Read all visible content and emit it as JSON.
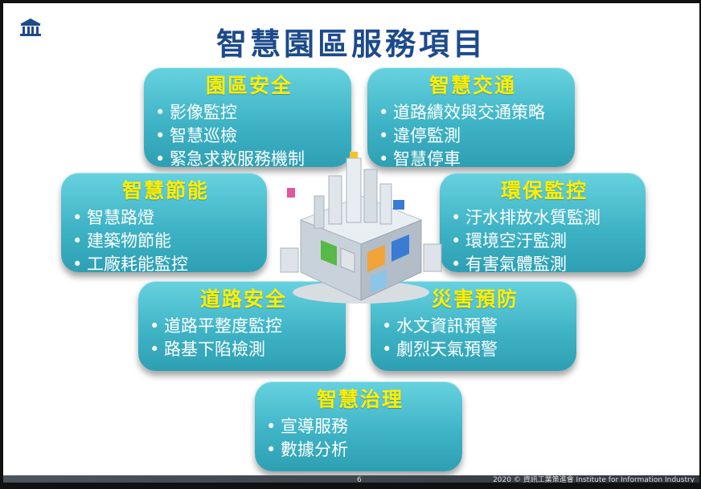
{
  "title": "智慧園區服務項目",
  "logo_icon": "institution-building-icon",
  "bullet": "•",
  "cards": [
    {
      "title": "園區安全",
      "items": [
        "影像監控",
        "智慧巡檢",
        "緊急求救服務機制"
      ]
    },
    {
      "title": "智慧交通",
      "items": [
        "道路績效與交通策略",
        "違停監測",
        "智慧停車"
      ]
    },
    {
      "title": "智慧節能",
      "items": [
        "智慧路燈",
        "建築物節能",
        "工廠耗能監控"
      ]
    },
    {
      "title": "環保監控",
      "items": [
        "汙水排放水質監測",
        "環境空汙監測",
        "有害氣體監測"
      ]
    },
    {
      "title": "道路安全",
      "items": [
        "道路平整度監控",
        "路基下陷檢測"
      ]
    },
    {
      "title": "災害預防",
      "items": [
        "水文資訊預警",
        "劇烈天氣預警"
      ]
    },
    {
      "title": "智慧治理",
      "items": [
        "宣導服務",
        "數據分析"
      ]
    }
  ],
  "center_image": "smart-city-cube-illustration",
  "footer": {
    "page_number": "6",
    "copyright": "2020 © 資訊工業策進會 Institute for Information Industry"
  },
  "colors": {
    "title": "#1c4a8c",
    "card_fill": "#3fb4c6",
    "card_title": "#ffee00",
    "card_text": "#ffffff"
  }
}
